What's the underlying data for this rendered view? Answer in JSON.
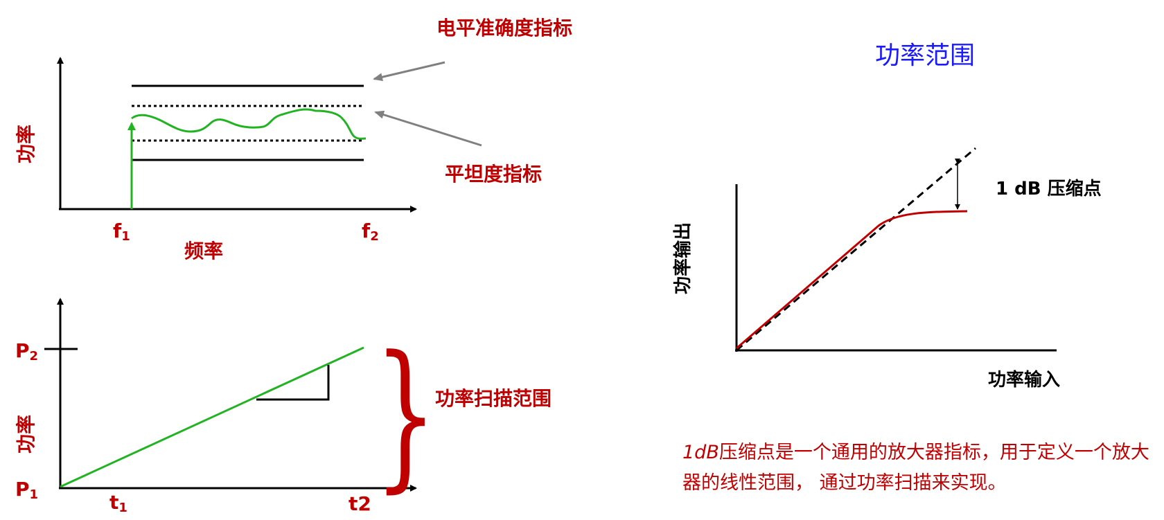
{
  "freq_panel": {
    "y_label": "功率",
    "x_label": "频率",
    "f1_main": "f",
    "f1_sub": "1",
    "f2_main": "f",
    "f2_sub": "2",
    "level_accuracy_label": "电平准确度指标",
    "flatness_label": "平坦度指标",
    "colors": {
      "trace": "#22b322",
      "label": "#c00000",
      "arrow": "#808080"
    }
  },
  "sweep_panel": {
    "y_label": "功率",
    "p1_main": "P",
    "p1_sub": "1",
    "p2_main": "P",
    "p2_sub": "2",
    "t1_main": "t",
    "t1_sub": "1",
    "t2_label": "t2",
    "brace_label": "功率扫描范围"
  },
  "compression_panel": {
    "title": "功率范围",
    "y_label": "功率输出",
    "x_label": "功率输入",
    "point_label": "1 dB 压缩点",
    "colors": {
      "title": "#1a1aff",
      "curve": "#c00000",
      "ideal": "#000000"
    }
  },
  "caption": {
    "italic_part": "1dB",
    "text": "压缩点是一个通用的放大器指标，用于定义一个放大器的线性范围， 通过功率扫描来实现。"
  }
}
